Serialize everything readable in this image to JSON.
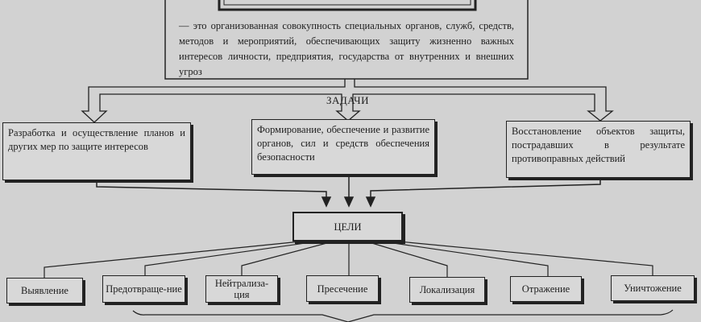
{
  "definition": "— это организованная совокупность специальных органов, служб, средств, методов и мероприятий, обеспечивающих защиту жизненно важных интересов личности, предприятия, государства от внутренних и внешних угроз",
  "tasks_label": "ЗАДАЧИ",
  "tasks": [
    "Разработка и осуществление планов и других мер по защите интересов",
    "Формирование, обеспечение и развитие органов, сил и средств обеспечения безопасности",
    "Восстановление объектов защиты, пострадавших в результате противоправных действий"
  ],
  "goals_label": "ЦЕЛИ",
  "goals": [
    "Выявление",
    "Предотвраще-ние",
    "Нейтрализа-ция",
    "Пресечение",
    "Локализация",
    "Отражение",
    "Уничтожение"
  ]
}
